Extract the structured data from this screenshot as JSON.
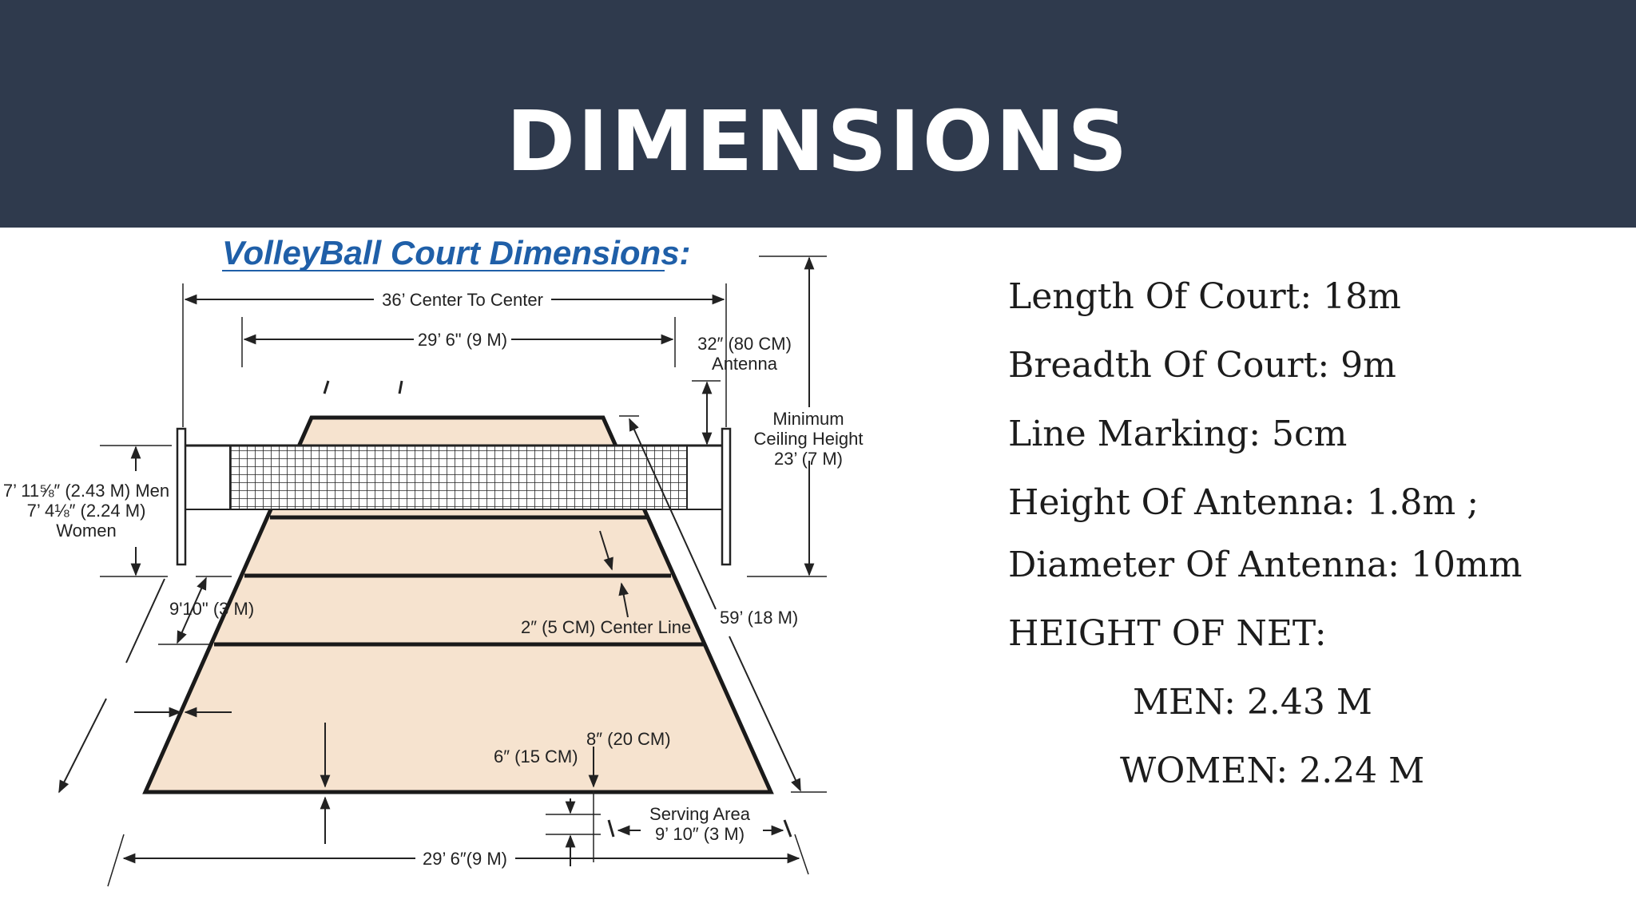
{
  "title": "DIMENSIONS",
  "diagram": {
    "title": "VolleyBall Court Dimensions:",
    "labels": {
      "center_to_center": "36’ Center To Center",
      "court_width_top": "29’ 6\" (9 M)",
      "antenna_1": "32″ (80 CM)",
      "antenna_2": "Antenna",
      "ceiling_1": "Minimum",
      "ceiling_2": "Ceiling Height",
      "ceiling_3": "23’ (7 M)",
      "net_height_men": "7’ 11⅝″ (2.43 M) Men",
      "net_height_women": "7’ 4⅛″ (2.24 M)",
      "net_height_women_2": "Women",
      "attack_line": "9'10\" (3 M)",
      "center_line": "2″ (5 CM) Center Line",
      "court_length": "59’ (18 M)",
      "line_15": "6″ (15 CM)",
      "line_20": "8″ (20 CM)",
      "serving_1": "Serving Area",
      "serving_2": "9’ 10″ (3 M)",
      "court_width_bottom": "29’ 6″(9 M)"
    }
  },
  "specs": {
    "length": "Length Of Court: 18m",
    "breadth": "Breadth Of Court: 9m",
    "line_marking": "Line Marking: 5cm",
    "antenna_height": "Height Of Antenna: 1.8m ;",
    "antenna_diameter": "Diameter Of Antenna: 10mm",
    "net_heading": "HEIGHT OF NET:",
    "men": "MEN: 2.43 M",
    "women": "WOMEN: 2.24 M"
  },
  "colors": {
    "header_bg": "#2f3a4d",
    "court_fill": "#f6e3cf",
    "diagram_title": "#1f5fa8"
  }
}
